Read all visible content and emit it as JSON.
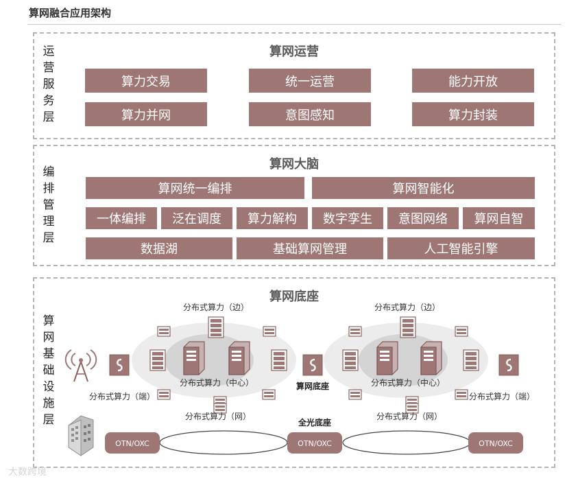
{
  "title": "算网融合应用架构",
  "colors": {
    "box": "#9e7775",
    "dashed_border": "#b3b3b3",
    "ellipse_outer": "#e9e9e9",
    "ellipse_inner": "#d7d7d7"
  },
  "layers": {
    "service": {
      "label": "运营服务层",
      "heading": "算网运营",
      "boxes": [
        "算力交易",
        "统一运营",
        "能力开放",
        "算力并网",
        "意图感知",
        "算力封装"
      ]
    },
    "orchestration": {
      "label": "编排管理层",
      "heading": "算网大脑",
      "row1": [
        "算网统一编排",
        "算网智能化"
      ],
      "row2": [
        "一体编排",
        "泛在调度",
        "算力解构",
        "数字孪生",
        "意图网络",
        "算网自智"
      ],
      "row3": [
        "数据湖",
        "基础算网管理",
        "人工智能引擎"
      ]
    },
    "infrastructure": {
      "label": "算网基础设施层",
      "heading": "算网底座",
      "diagram": {
        "edge_label": "分布式算力（边）",
        "center_label": "分布式算力（中心）",
        "network_label": "分布式算力（网）",
        "terminal_label": "分布式算力（端）",
        "base_label": "算网底座",
        "optical_label": "全光底座",
        "otn_label": "OTN/OXC",
        "icons": [
          "server-rack-icon",
          "switch-icon",
          "server-tower-icon",
          "gateway-icon",
          "antenna-icon",
          "building-icon"
        ]
      }
    }
  },
  "watermark": "大数跨境"
}
